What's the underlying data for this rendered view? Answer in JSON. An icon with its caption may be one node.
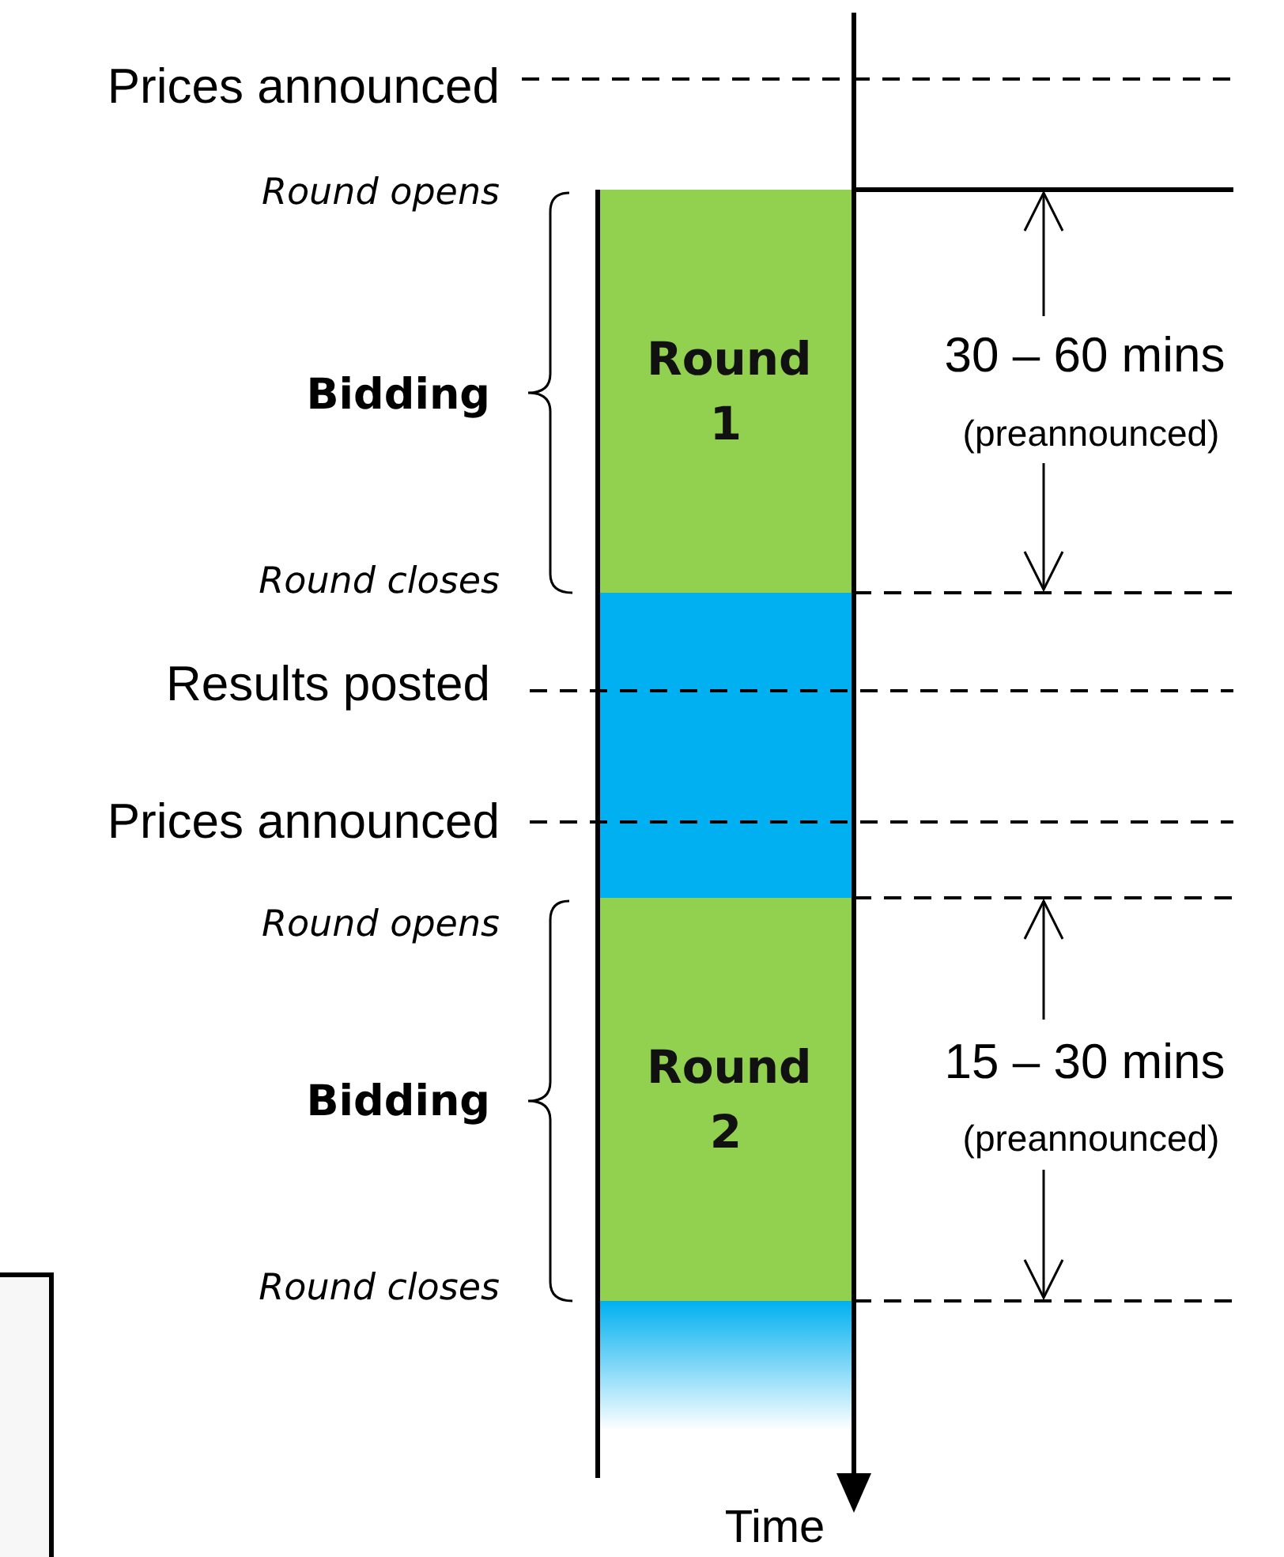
{
  "diagram": {
    "nodes": [
      {
        "text": [
          "Round 1"
        ]
      },
      {
        "text": [],
        "shape": "box"
      },
      {
        "text": [
          "Round 2"
        ]
      },
      {
        "text": [],
        "shape": "box"
      },
      {
        "text": [],
        "shape": "box"
      }
    ],
    "edges": [],
    "labels": [
      "Prices announced",
      "Round opens",
      "30 – 60 mins",
      "Bidding",
      "(preannounced)",
      "Round closes",
      "Results posted",
      "Prices announced",
      "Round opens",
      "15 – 30 mins",
      "Bidding",
      "(preannounced)",
      "Round closes",
      "Time"
    ]
  }
}
